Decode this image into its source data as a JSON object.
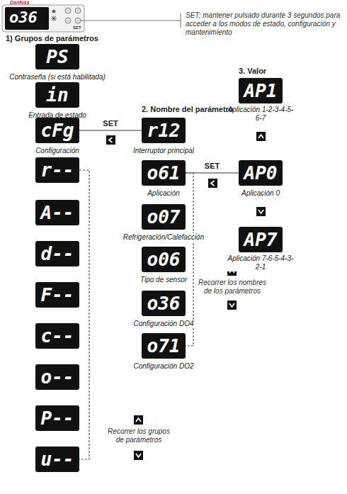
{
  "diagram": {
    "nodes": [
      {
        "text": [
          "PS",
          "Contraseña (si está habilitada)"
        ]
      },
      {
        "text": [
          "in",
          "Entrada de estado"
        ]
      },
      {
        "text": [
          "cFg",
          "Configuración"
        ]
      },
      {
        "text": [
          "r--"
        ]
      },
      {
        "text": [
          "A--"
        ]
      },
      {
        "text": [
          "d--"
        ]
      },
      {
        "text": [
          "F--"
        ]
      },
      {
        "text": [
          "c--"
        ]
      },
      {
        "text": [
          "o--"
        ]
      },
      {
        "text": [
          "P--"
        ]
      },
      {
        "text": [
          "u--"
        ]
      },
      {
        "text": [
          "r12",
          "Interruptor principal"
        ]
      },
      {
        "text": [
          "o61",
          "Aplicación"
        ]
      },
      {
        "text": [
          "o07",
          "Refrigeración/Calefacción"
        ]
      },
      {
        "text": [
          "o06",
          "Tipo de sensor"
        ]
      },
      {
        "text": [
          "o36",
          "Configuración DO4"
        ]
      },
      {
        "text": [
          "o71",
          "Configuración DO2"
        ]
      },
      {
        "text": [
          "AP1",
          "Aplicación 1-2-3-4-5-6-7"
        ]
      },
      {
        "text": [
          "AP0",
          "Aplicación 0"
        ]
      },
      {
        "text": [
          "AP7",
          "Aplicación 7-6-5-4-3-2-1"
        ]
      }
    ],
    "edges": [
      {
        "from": 2,
        "to": 11,
        "label": "SET",
        "arrow": "none"
      },
      {
        "from": 12,
        "to": 18,
        "label": "SET",
        "arrow": "none"
      },
      {
        "from": 3,
        "to": 10,
        "arrow": "none"
      },
      {
        "from": 12,
        "to": 16,
        "arrow": "none"
      }
    ],
    "labels": [
      "Danfoss",
      "o36",
      "SET",
      "SET: mantener pulsado durante 3 segundos para acceder a los modos de estado, configuración y mantenimiento",
      "1) Grupos de parámetros",
      "2. Nombre del parámetro",
      "3. Valor",
      "Recorrer los nombres de los parámetros",
      "Recorrer los grupos de parámetros"
    ]
  }
}
